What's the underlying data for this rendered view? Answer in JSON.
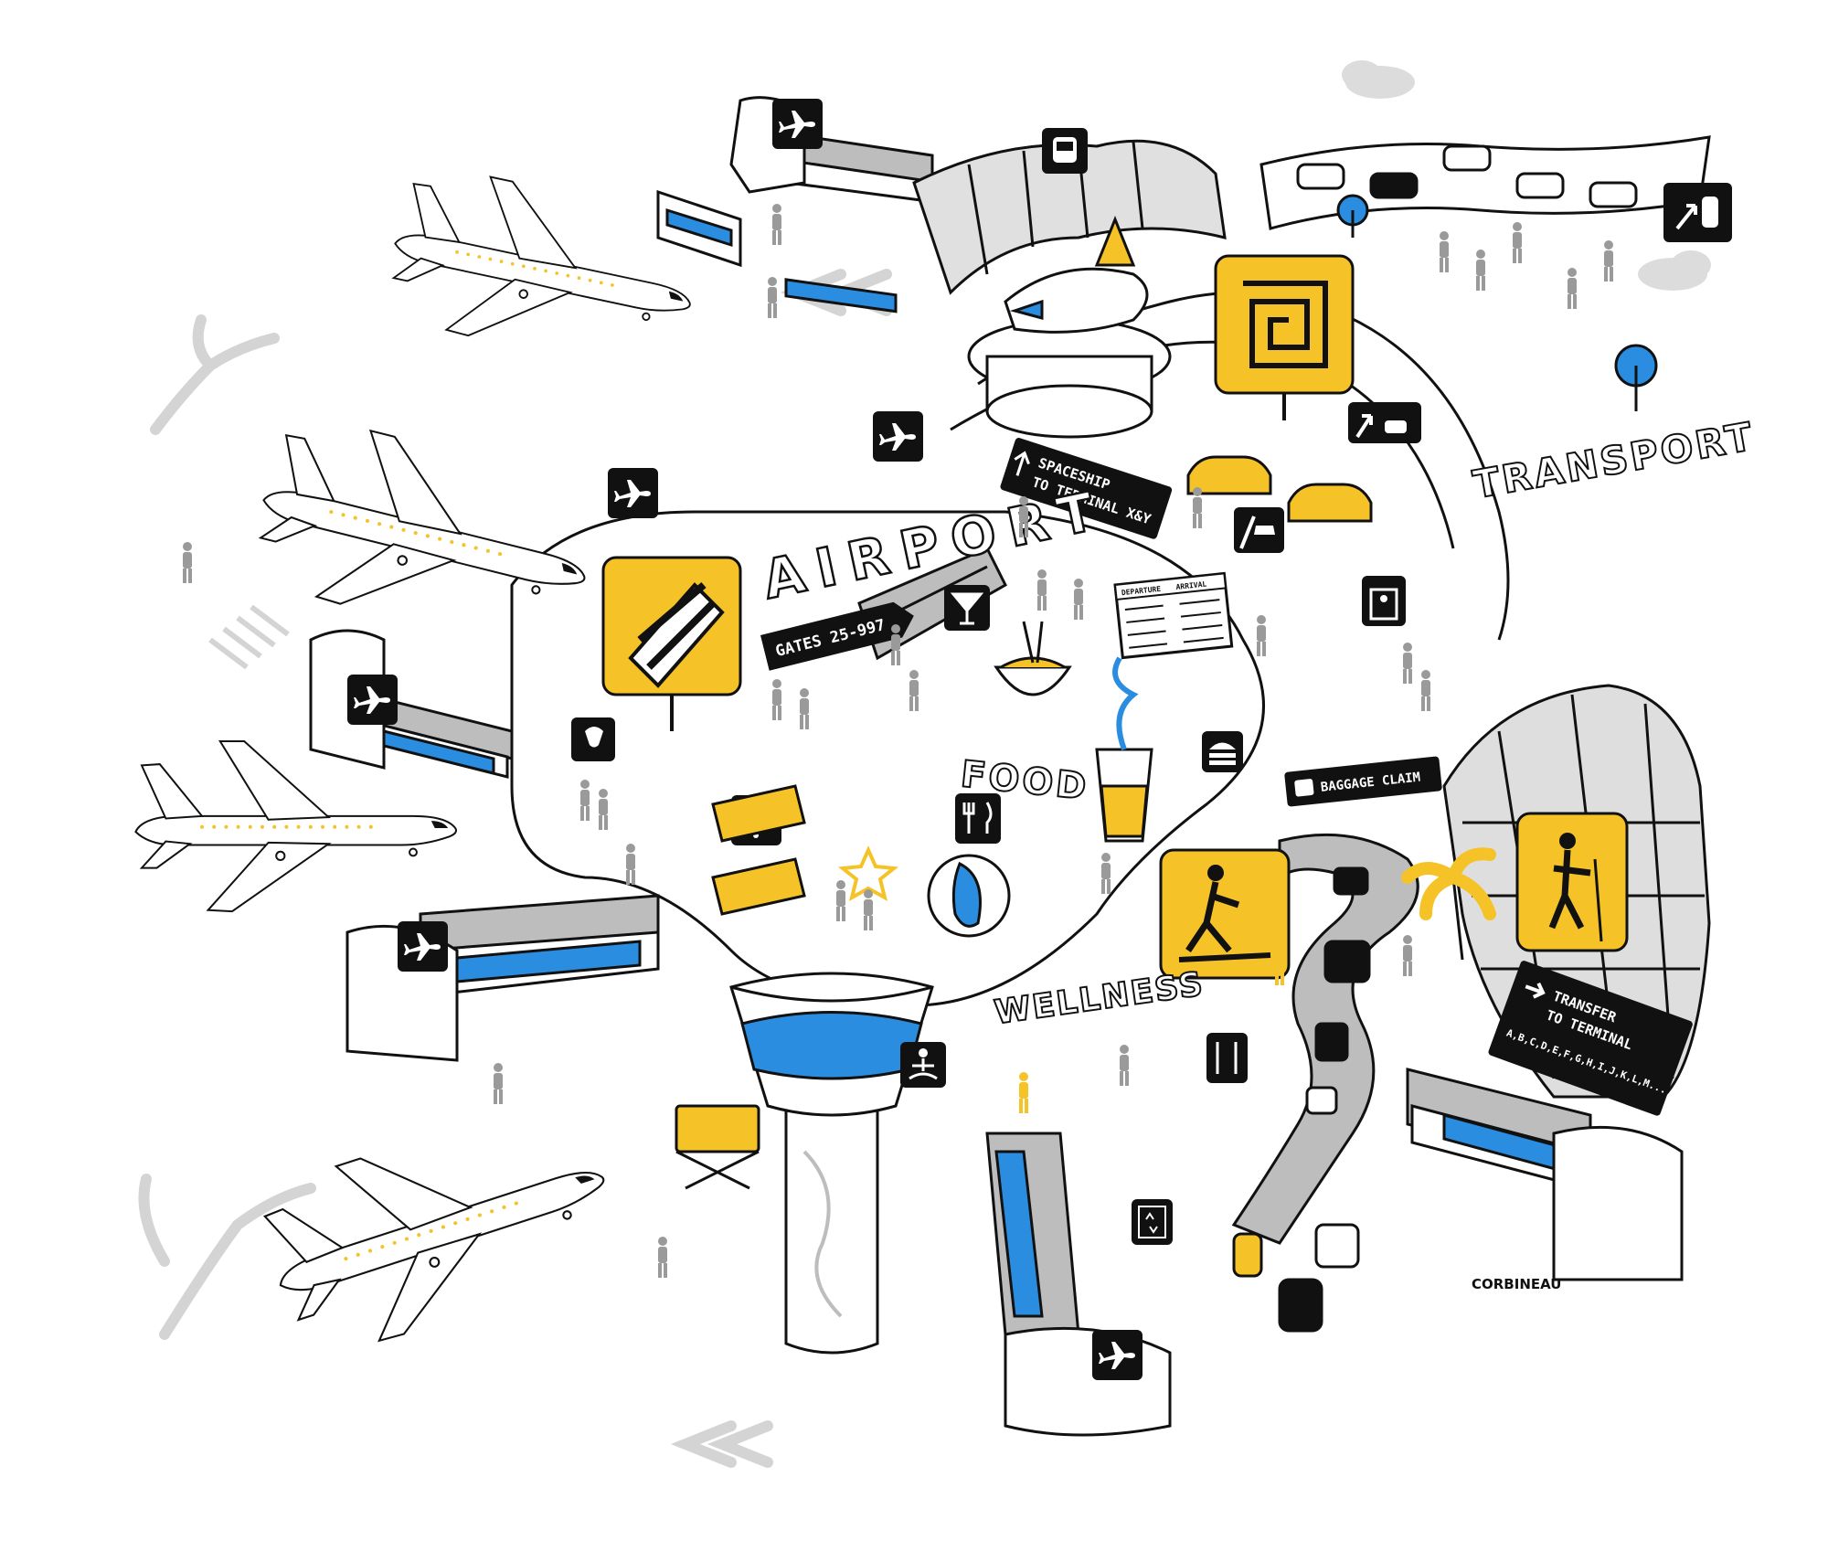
{
  "colors": {
    "ink": "#111111",
    "yellow": "#f5c327",
    "blue": "#2b8de0",
    "grey": "#b5b5b5",
    "lightgrey": "#dcdcdc",
    "paper": "#ffffff"
  },
  "labels": {
    "airport": "AIRPORT",
    "transport": "TRANSPORT",
    "food": "FOOD",
    "wellness": "WELLNESS",
    "signature": "CORBINEAU"
  },
  "signs": {
    "spaceship_line1": "SPACESHIP",
    "spaceship_line2": "TO TERMINAL X&Y",
    "gates": "GATES 25-997",
    "baggage_claim": "BAGGAGE CLAIM",
    "departure": "DEPARTURE",
    "arrival": "ARRIVAL",
    "transfer_line1": "TRANSFER",
    "transfer_line2": "TO TERMINAL",
    "transfer_line3": "A,B,C,D,E,F,G,H,I,J,K,L,M..."
  },
  "icons": [
    "airplane-icon",
    "train-icon",
    "taxi-icon",
    "wifi-icon",
    "meditation-icon",
    "elevator-icon",
    "burger-icon",
    "cutlery-icon",
    "cocktail-icon",
    "security-check-icon",
    "charging-plug-icon",
    "massage-icon",
    "luggage-icon"
  ]
}
